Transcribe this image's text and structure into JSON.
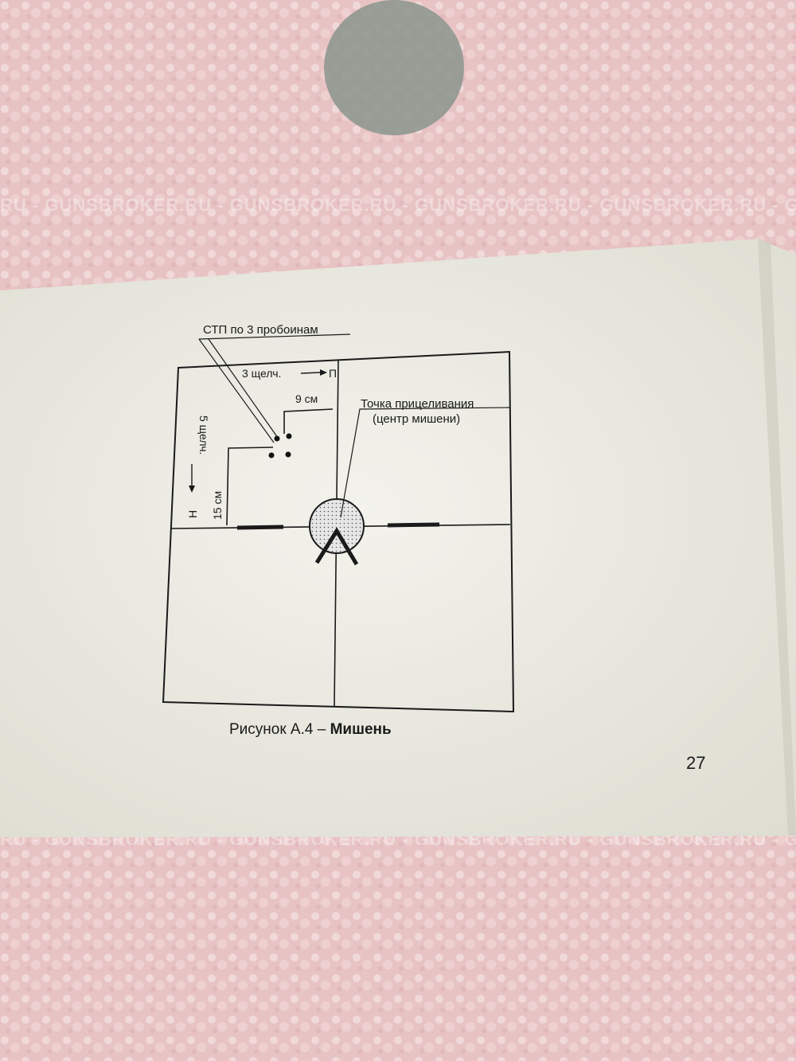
{
  "watermark": "RU - GUNSBROKER.RU - GUNSBROKER.RU - GUNSBROKER.RU - GUNSBROKER.RU - GUNSBROKER.RU",
  "diagram": {
    "stp_label": "СТП по 3 пробоинам",
    "clicks_right": "3 щелч.",
    "right_letter": "П",
    "offset_right": "9 см",
    "clicks_down": "5 щелч.",
    "down_letter": "Н",
    "offset_up": "15 см",
    "aim_point_line1": "Точка прицеливания",
    "aim_point_line2": "(центр мишени)"
  },
  "caption": {
    "prefix": "Рисунок А.4 – ",
    "bold": "Мишень"
  },
  "page_number": "27"
}
